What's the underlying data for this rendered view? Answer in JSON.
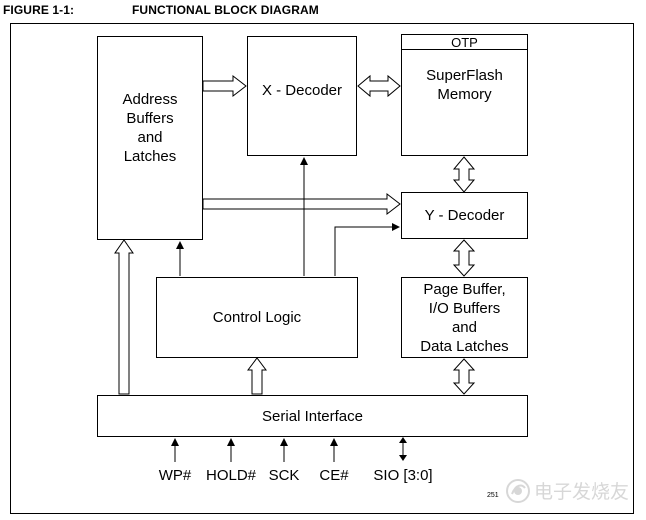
{
  "figure": {
    "number": "FIGURE 1-1:",
    "title": "FUNCTIONAL BLOCK DIAGRAM",
    "figure_id": "251"
  },
  "blocks": {
    "address_buffers": "Address\nBuffers\nand\nLatches",
    "x_decoder": "X - Decoder",
    "superflash": "SuperFlash\nMemory",
    "otp": "OTP",
    "y_decoder": "Y - Decoder",
    "control_logic": "Control Logic",
    "page_buffer": "Page Buffer,\nI/O Buffers\nand\nData Latches",
    "serial_interface": "Serial Interface"
  },
  "pins": [
    "WP#",
    "HOLD#",
    "SCK",
    "CE#",
    "SIO [3:0]"
  ],
  "watermark": {
    "logo_text": "电子发烧友",
    "logo_icon": "electron-fever-logo-icon",
    "color": "#b8b8b8"
  }
}
